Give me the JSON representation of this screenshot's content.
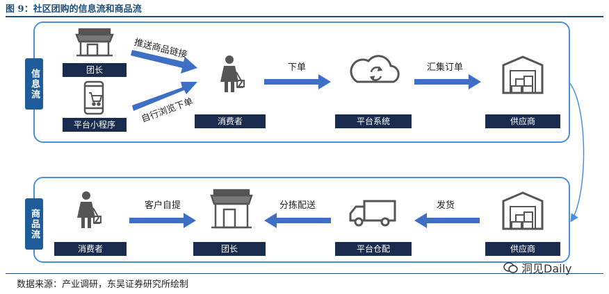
{
  "title": "图 9：社区团购的信息流和商品流",
  "source": "数据来源：产业调研，东吴证券研究所绘制",
  "watermark": "洞见Daily",
  "colors": {
    "accent": "#1f5c9a",
    "label_bg": "#1a2c4e",
    "arrow": "#3d6fc4",
    "panel_border": "#4a90d9",
    "icon": "#555555"
  },
  "info_flow": {
    "side_label": "信息流",
    "nodes": {
      "leader": "团长",
      "mini_program": "平台小程序",
      "consumer": "消费者",
      "platform_system": "平台系统",
      "supplier": "供应商"
    },
    "arrows": {
      "push": "推送商品链接",
      "browse_order": "自行浏览下单",
      "order": "下单",
      "aggregate": "汇集订单"
    }
  },
  "goods_flow": {
    "side_label": "商品流",
    "nodes": {
      "consumer": "消费者",
      "leader": "团长",
      "warehouse": "平台仓配",
      "supplier": "供应商"
    },
    "arrows": {
      "pickup": "客户自提",
      "sort_deliver": "分拣配送",
      "ship": "发货"
    }
  }
}
